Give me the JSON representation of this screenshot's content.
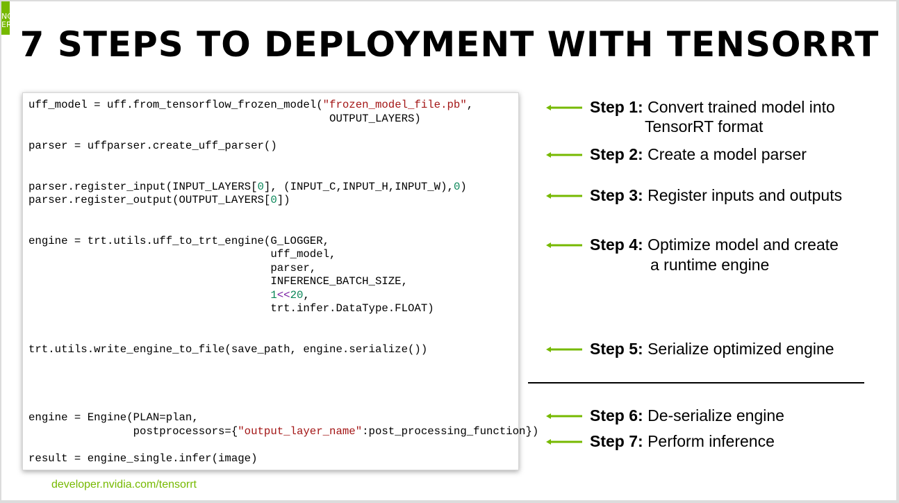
{
  "corner_text": [
    "NC",
    "ER"
  ],
  "title": "7 STEPS TO DEPLOYMENT WITH TENSORRT",
  "code": {
    "l1a": "uff_model = uff.from_tensorflow_frozen_model(",
    "l1b": "\"frozen_model_file.pb\"",
    "l1c": ",",
    "l2": "                                              OUTPUT_LAYERS)",
    "l3": "parser = uffparser.create_uff_parser()",
    "l4a": "parser.register_input(INPUT_LAYERS[",
    "l4b": "0",
    "l4c": "], (INPUT_C,INPUT_H,INPUT_W),",
    "l4d": "0",
    "l4e": ")",
    "l5a": "parser.register_output(OUTPUT_LAYERS[",
    "l5b": "0",
    "l5c": "])",
    "l6": "engine = trt.utils.uff_to_trt_engine(G_LOGGER,",
    "l7": "                                     uff_model,",
    "l8": "                                     parser,",
    "l9": "                                     INFERENCE_BATCH_SIZE,",
    "l10a": "                                     ",
    "l10b": "1",
    "l10c": "<<",
    "l10d": "20",
    "l10e": ",",
    "l11": "                                     trt.infer.DataType.FLOAT)",
    "l12": "trt.utils.write_engine_to_file(save_path, engine.serialize())",
    "l13": "engine = Engine(PLAN=plan,",
    "l14a": "                postprocessors={",
    "l14b": "\"output_layer_name\"",
    "l14c": ":post_processing_function})",
    "l15": "result = engine_single.infer(image)"
  },
  "steps": [
    {
      "label": "Step 1:",
      "text": "Convert trained model into",
      "cont": "TensorRT format"
    },
    {
      "label": "Step 2:",
      "text": "Create a model parser"
    },
    {
      "label": "Step 3:",
      "text": "Register inputs and outputs"
    },
    {
      "label": "Step 4:",
      "text": "Optimize model and create",
      "cont": "a runtime engine"
    },
    {
      "label": "Step 5:",
      "text": "Serialize optimized engine"
    },
    {
      "label": "Step 6:",
      "text": "De-serialize engine"
    },
    {
      "label": "Step 7:",
      "text": "Perform inference"
    }
  ],
  "footer": "developer.nvidia.com/tensorrt",
  "colors": {
    "nvidia_green": "#76b900",
    "string": "#a31515",
    "number": "#098658"
  }
}
